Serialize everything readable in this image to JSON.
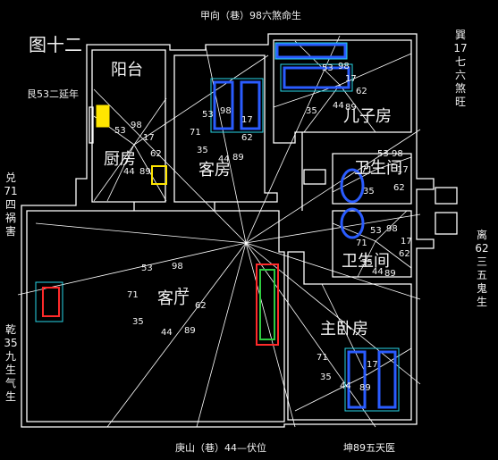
{
  "figure_title": "图十二",
  "top_direction": "甲向（巷）98六煞命生",
  "bottom_direction": "庚山（巷）44—伏位",
  "bottom_right": "坤89五天医",
  "left_upper": "艮53二延年",
  "left_side": [
    "兑",
    "71",
    "四",
    "祸",
    "害"
  ],
  "left_lower": [
    "乾",
    "35",
    "九",
    "生",
    "气",
    "生"
  ],
  "right_upper": [
    "巽",
    "17",
    "七",
    "六",
    "煞",
    "旺"
  ],
  "right_lower": [
    "离",
    "62",
    "三",
    "五",
    "鬼",
    "生"
  ],
  "rooms": {
    "balcony": "阳台",
    "kitchen": "厨房",
    "guest_room": "客房",
    "kids_room": "儿子房",
    "bathroom": "卫生间",
    "bathroom2": "卫生间",
    "living": "客厅",
    "master": "主卧房"
  },
  "numbers": {
    "n53": "53",
    "n98": "98",
    "n71": "71",
    "n17": "17",
    "n62": "62",
    "n35": "35",
    "n44": "44",
    "n89": "89"
  },
  "colors": {
    "wall": "#ffffff",
    "star_lines": "#ffffff",
    "fixture_blue": "#2a5cff",
    "fixture_cyan": "#29d6e8",
    "fixture_red": "#ff2a2a",
    "fixture_green": "#2ecc40",
    "fixture_yellow": "#ffe600"
  }
}
